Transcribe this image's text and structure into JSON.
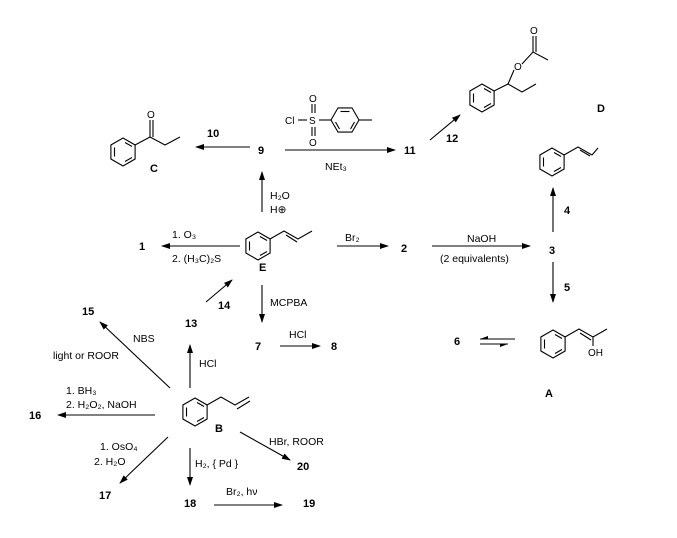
{
  "compounds": {
    "c1": "1",
    "c2": "2",
    "c3": "3",
    "c4": "4",
    "c5": "5",
    "c6": "6",
    "c7": "7",
    "c8": "8",
    "c9": "9",
    "c10": "10",
    "c11": "11",
    "c12": "12",
    "c13": "13",
    "c14": "14",
    "c15": "15",
    "c16": "16",
    "c17": "17",
    "c18": "18",
    "c19": "19",
    "c20": "20",
    "A": "A",
    "B": "B",
    "C": "C",
    "D": "D",
    "E": "E"
  },
  "reagents": {
    "tscl_cl": "Cl",
    "tscl_s": "S",
    "tscl_o1": "O",
    "tscl_o2": "O",
    "net3": "NEt₃",
    "h2o": "H₂O",
    "hplus": "H⊕",
    "o3_1": "1.  O₃",
    "o3_2": "2.  (H₃C)₂S",
    "br2": "Br₂",
    "naoh": "NaOH",
    "naoh_eq": "(2 equivalents)",
    "mcpba": "MCPBA",
    "hcl_7": "HCl",
    "hcl_b": "HCl",
    "nbs": "NBS",
    "nbs_cond": "light or ROOR",
    "bh3_1": "1.  BH₃",
    "bh3_2": "2.  H₂O₂, NaOH",
    "oso4_1": "1. OsO₄",
    "oso4_2": "2. H₂O",
    "h2pd": "H₂, { Pd }",
    "hbr": "HBr, ROOR",
    "br2hv": "Br₂, hν"
  },
  "atoms": {
    "c_o": "O",
    "d_o1": "O",
    "d_o2": "O",
    "a_oh": "OH"
  }
}
